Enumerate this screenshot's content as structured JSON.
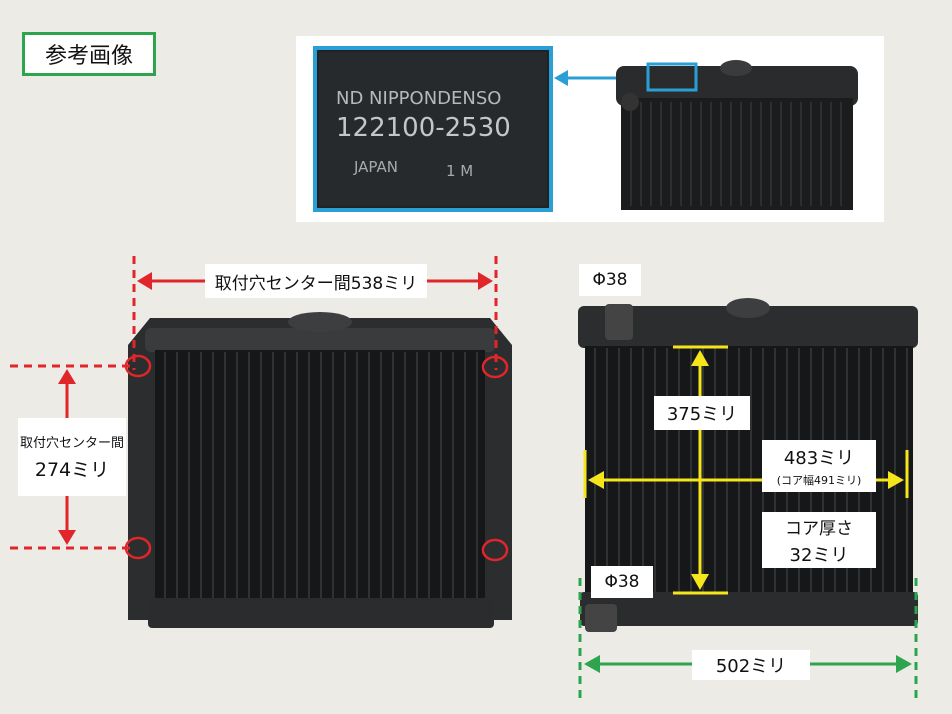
{
  "reference_label": "参考画像",
  "nameplate": {
    "brand": "ND NIPPONDENSO",
    "part_number": "122100-2530",
    "origin": "JAPAN",
    "code": "1 M"
  },
  "left_view": {
    "width_label": "取付穴センター間538ミリ",
    "height_label_line1": "取付穴センター間",
    "height_label_line2": "274ミリ"
  },
  "right_view": {
    "phi_top": "Φ38",
    "phi_bottom": "Φ38",
    "height_375": "375ミリ",
    "width_483": "483ミリ",
    "core_width_note": "(コア幅491ミリ)",
    "core_thickness_line1": "コア厚さ",
    "core_thickness_line2": "32ミリ",
    "overall_502": "502ミリ"
  },
  "colors": {
    "red": "#e0262a",
    "green": "#2ea44f",
    "yellow": "#f5e61c",
    "blue": "#2a9fd6"
  }
}
